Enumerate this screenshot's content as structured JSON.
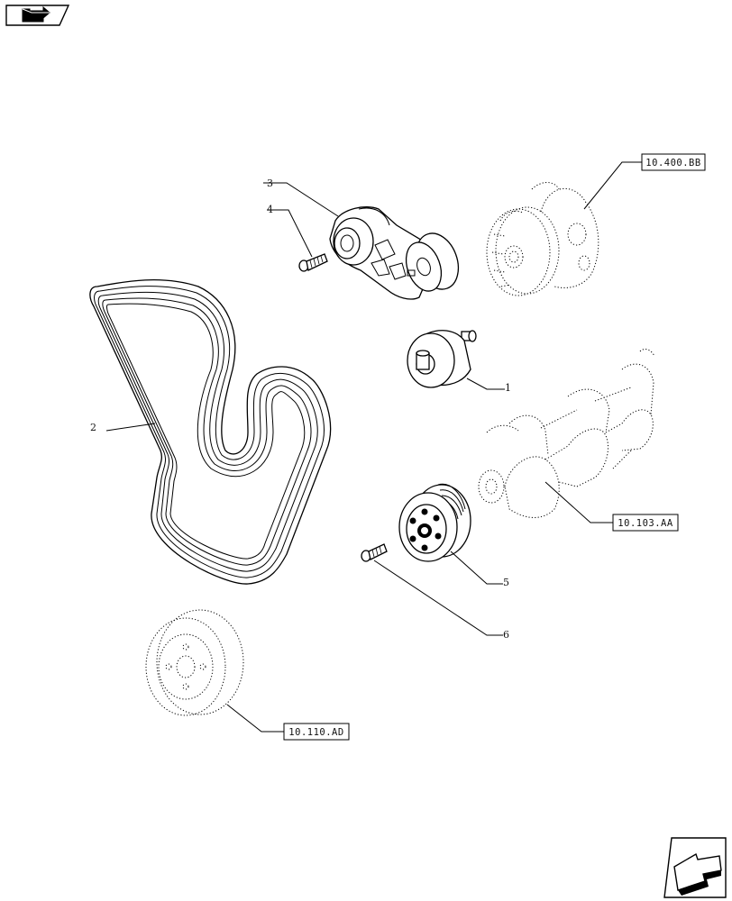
{
  "callouts": {
    "c1": "1",
    "c2": "2",
    "c3": "3",
    "c4": "4",
    "c5": "5",
    "c6": "6"
  },
  "references": {
    "water_pump": "10.400.BB",
    "crankshaft": "10.103.AA",
    "damper": "10.110.AD"
  },
  "icons": {
    "top_left": "previous-page-arrow-icon",
    "bottom_right": "next-page-arrow-icon"
  }
}
